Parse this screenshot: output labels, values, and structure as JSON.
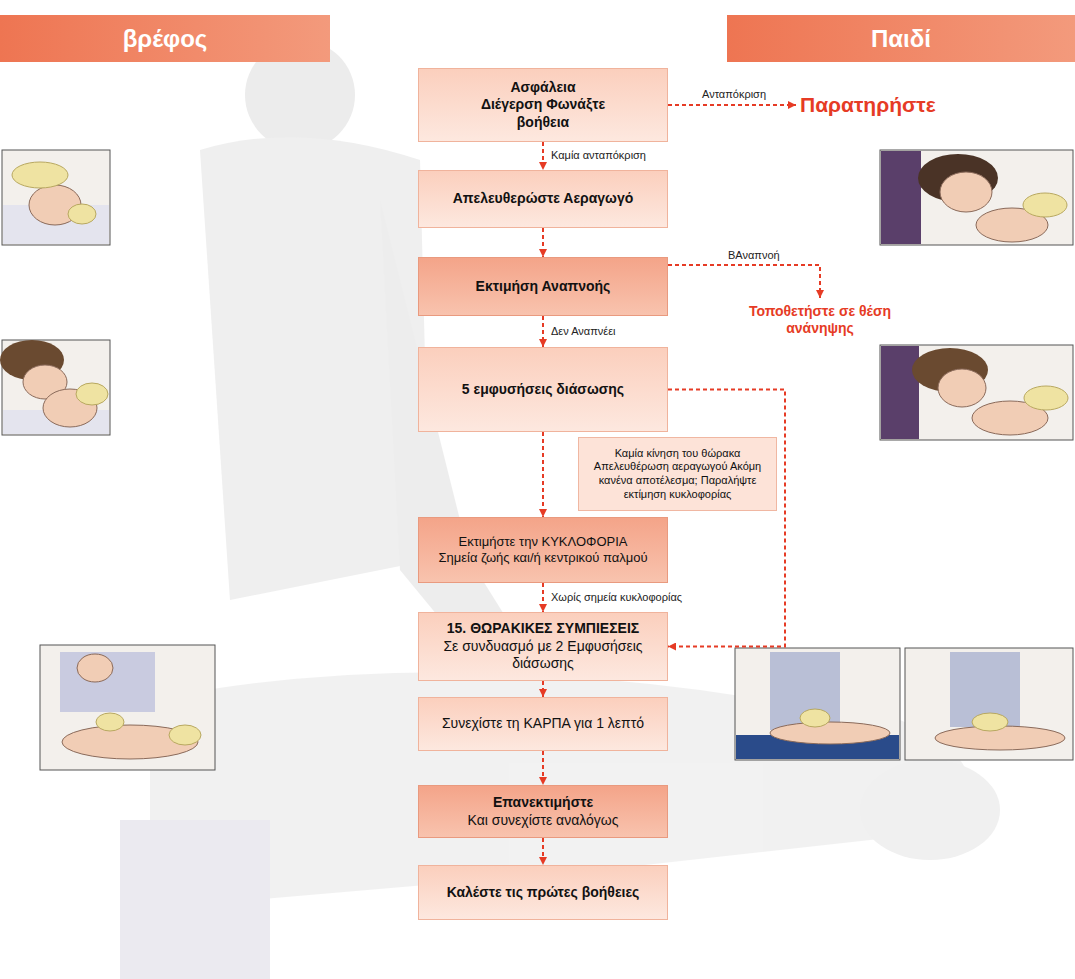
{
  "diagram": {
    "nodes": [
      {
        "text": [
          "βρέφος"
        ]
      },
      {
        "text": [
          "Παιδί"
        ]
      },
      {
        "text": [
          "Ασφάλεια Διέγερση Φωνάξτε βοήθεια"
        ]
      },
      {
        "text": [
          "Παρατηρήστε"
        ]
      },
      {
        "text": [
          "Απελευθερώστε Αεραγωγό"
        ]
      },
      {
        "text": [
          "Εκτιμήση Αναπνοής"
        ]
      },
      {
        "text": [
          "Τοποθετήστε σε θέση ανάνηψης"
        ]
      },
      {
        "text": [
          "5 εμφυσήσεις διάσωσης"
        ]
      },
      {
        "text": [
          "Καμία κίνηση του θώρακα Απελευθέρωση αεραγωγού Ακόμη κανένα αποτέλεσμα; Παραλήψτε εκτίμηση κυκλοφορίας"
        ]
      },
      {
        "text": [
          "Εκτιμήστε την ΚΥΚΛΟΦΟΡΙΑ",
          "Σημεία ζωής και/ή κεντρικού παλμού"
        ]
      },
      {
        "text": [
          "15. ΘΩΡΑΚΙΚΕΣ ΣΥΜΠΙΕΣΕΙΣ",
          "Σε συνδυασμό με 2 Εμφυσήσεις διάσωσης"
        ]
      },
      {
        "text": [
          "Συνεχίστε τη ΚΑΡΠΑ για 1 λεπτό"
        ]
      },
      {
        "text": [
          "Επανεκτιμήστε",
          "Και συνεχίστε αναλόγως"
        ]
      },
      {
        "text": [
          "Καλέστε τις πρώτες βοήθειες"
        ]
      }
    ],
    "edges": [
      {
        "from": 2,
        "to": 3,
        "label": "Ανταπόκριση",
        "arrow": "to"
      },
      {
        "from": 2,
        "to": 4,
        "label": "Καμία ανταπόκριση",
        "arrow": "to"
      },
      {
        "from": 4,
        "to": 5,
        "arrow": "to"
      },
      {
        "from": 5,
        "to": 6,
        "label": "ΒΑναπνοή",
        "arrow": "to"
      },
      {
        "from": 5,
        "to": 7,
        "label": "Δεν Αναπνέει",
        "arrow": "to"
      },
      {
        "from": 7,
        "to": 9,
        "arrow": "to"
      },
      {
        "from": 7,
        "to": 10,
        "arrow": "to"
      },
      {
        "from": 9,
        "to": 10,
        "label": "Χωρίς σημεία κυκλοφορίας",
        "arrow": "to"
      },
      {
        "from": 10,
        "to": 11,
        "arrow": "to"
      },
      {
        "from": 11,
        "to": 12,
        "arrow": "to"
      },
      {
        "from": 12,
        "to": 13,
        "arrow": "to"
      }
    ]
  }
}
